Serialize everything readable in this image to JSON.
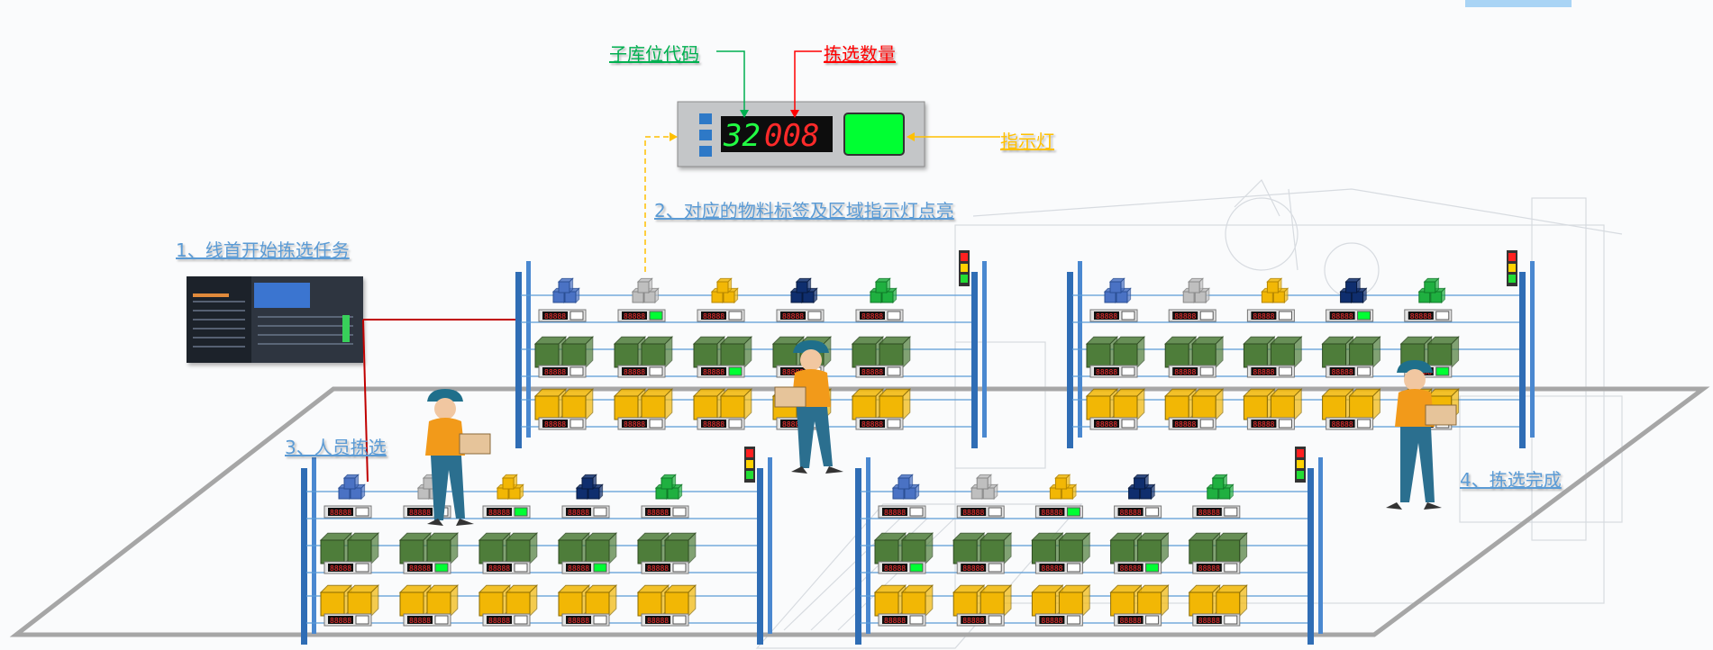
{
  "labels": {
    "sub_location_code": "子库位代码",
    "pick_quantity": "拣选数量",
    "indicator_light": "指示灯",
    "step1": "1、线首开始拣选任务",
    "step2": "2、对应的物料标签及区域指示灯点亮",
    "step3": "3、人员拣选",
    "step4": "4、拣选完成"
  },
  "display": {
    "location_digits": "32",
    "quantity_digits": "008",
    "small_tag_digits": "88888"
  },
  "colors": {
    "label_blue": "#5b9bd5",
    "label_green": "#00b050",
    "label_red": "#ff0000",
    "label_orange": "#ffc000",
    "rack_blue": "#2f6db5",
    "box_green": "#4e7d3a",
    "box_yellow": "#f2b705",
    "lit_green": "#00ff33",
    "floor": "#a6a6a6",
    "wire": "#c00000"
  },
  "icons": {
    "tag": "pick-to-light-tag-icon",
    "worker": "picker-worker-icon",
    "signal": "signal-tower-icon",
    "monitor": "control-screen-icon"
  }
}
